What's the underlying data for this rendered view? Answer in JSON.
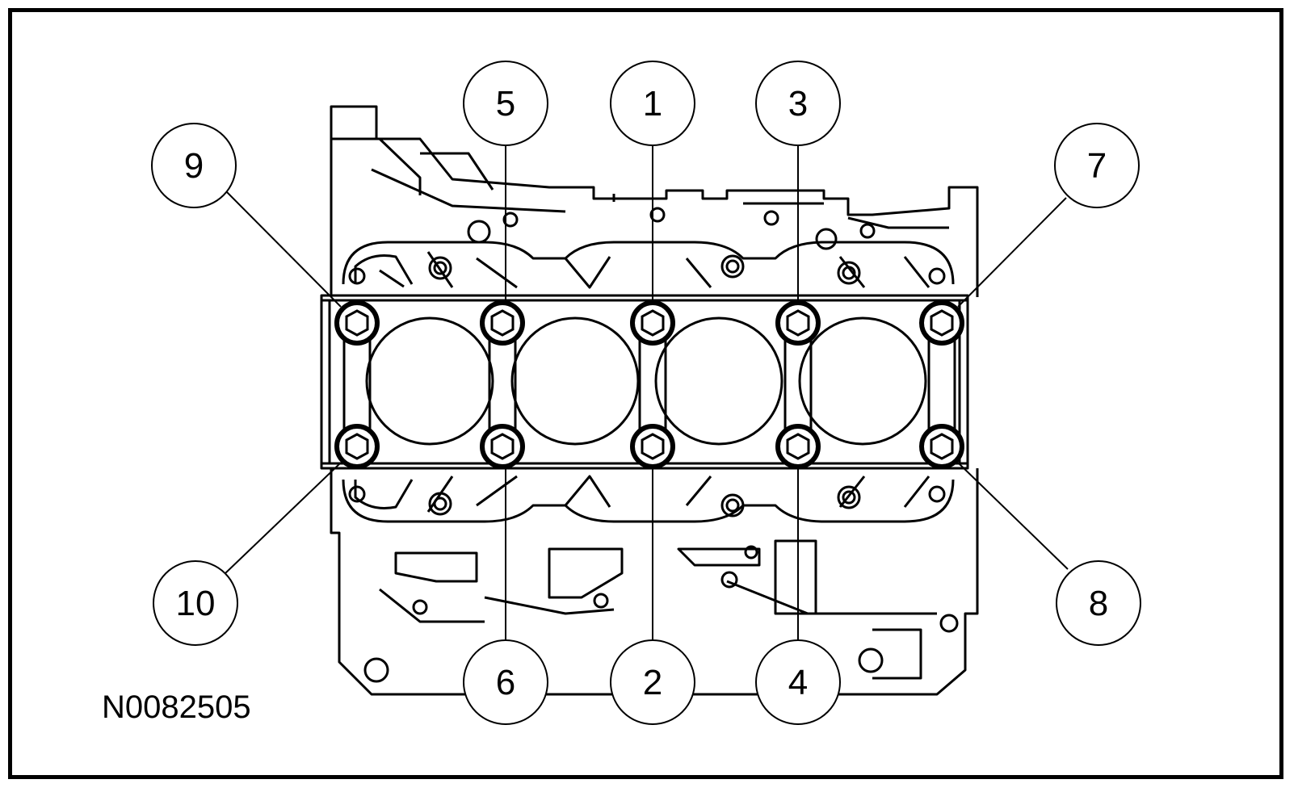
{
  "figure_code": "N0082505",
  "callouts": [
    {
      "label": "9",
      "bolt": "top-1"
    },
    {
      "label": "5",
      "bolt": "top-2"
    },
    {
      "label": "1",
      "bolt": "top-3"
    },
    {
      "label": "3",
      "bolt": "top-4"
    },
    {
      "label": "7",
      "bolt": "top-5"
    },
    {
      "label": "10",
      "bolt": "bottom-1"
    },
    {
      "label": "6",
      "bolt": "bottom-2"
    },
    {
      "label": "2",
      "bolt": "bottom-3"
    },
    {
      "label": "4",
      "bolt": "bottom-4"
    },
    {
      "label": "8",
      "bolt": "bottom-5"
    }
  ],
  "colors": {
    "line": "#000000",
    "background": "#ffffff"
  }
}
